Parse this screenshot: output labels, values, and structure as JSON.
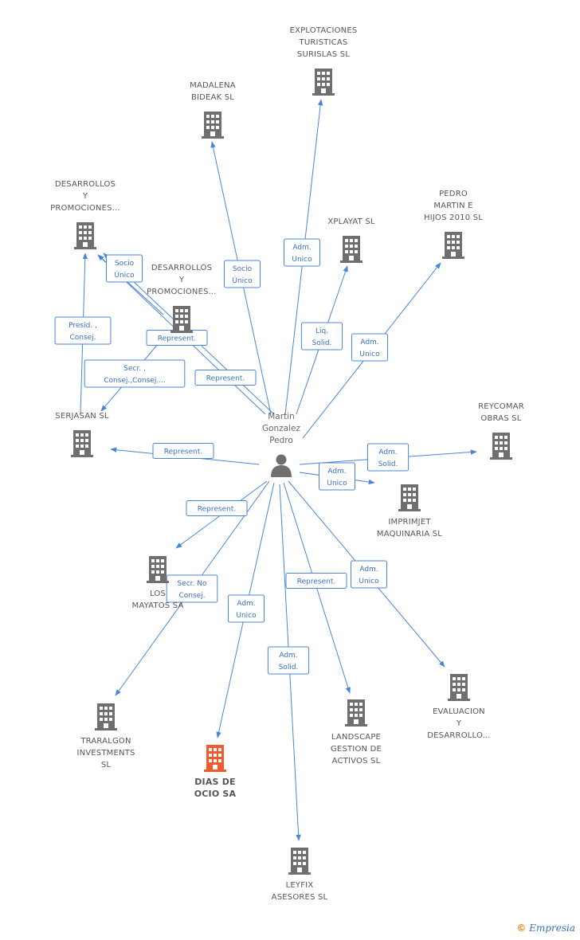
{
  "center": {
    "label": [
      "Martin",
      "Gonzalez",
      "Pedro"
    ]
  },
  "nodes": [
    {
      "id": "explotaciones",
      "label": [
        "EXPLOTACIONES",
        "TURISTICAS",
        "SURISLAS SL"
      ],
      "icon": "building-icon",
      "color": "#6f6f6f"
    },
    {
      "id": "madalena",
      "label": [
        "MADALENA",
        "BIDEAK SL"
      ],
      "icon": "building-icon",
      "color": "#6f6f6f"
    },
    {
      "id": "desarrollos1",
      "label": [
        "DESARROLLOS",
        "Y",
        "PROMOCIONES..."
      ],
      "icon": "building-icon",
      "color": "#6f6f6f"
    },
    {
      "id": "pedro",
      "label": [
        "PEDRO",
        "MARTIN E",
        "HIJOS 2010 SL"
      ],
      "icon": "building-icon",
      "color": "#6f6f6f"
    },
    {
      "id": "xplayat",
      "label": [
        "XPLAYAT SL"
      ],
      "icon": "building-icon",
      "color": "#6f6f6f"
    },
    {
      "id": "desarrollos2",
      "label": [
        "DESARROLLOS",
        "Y",
        "PROMOCIONES..."
      ],
      "icon": "building-icon",
      "color": "#6f6f6f"
    },
    {
      "id": "serjasan",
      "label": [
        "SERJASAN SL"
      ],
      "icon": "building-icon",
      "color": "#6f6f6f"
    },
    {
      "id": "reycomar",
      "label": [
        "REYCOMAR",
        "OBRAS SL"
      ],
      "icon": "building-icon",
      "color": "#6f6f6f"
    },
    {
      "id": "imprimjet",
      "label": [
        "IMPRIMJET",
        "MAQUINARIA SL"
      ],
      "icon": "building-icon",
      "color": "#6f6f6f"
    },
    {
      "id": "los",
      "label": [
        "LOS",
        "MAYATOS SA"
      ],
      "icon": "building-icon",
      "color": "#6f6f6f"
    },
    {
      "id": "evaluacion",
      "label": [
        "EVALUACION",
        "Y",
        "DESARROLLO..."
      ],
      "icon": "building-icon",
      "color": "#6f6f6f"
    },
    {
      "id": "traralgon",
      "label": [
        "TRARALGON",
        "INVESTMENTS",
        "SL"
      ],
      "icon": "building-icon",
      "color": "#6f6f6f"
    },
    {
      "id": "landscape",
      "label": [
        "LANDSCAPE",
        "GESTION DE",
        "ACTIVOS SL"
      ],
      "icon": "building-icon",
      "color": "#6f6f6f"
    },
    {
      "id": "dias",
      "label": [
        "DIAS DE",
        "OCIO SA"
      ],
      "icon": "building-icon",
      "color": "#f15a2b",
      "highlight": true
    },
    {
      "id": "leyfix",
      "label": [
        "LEYFIX",
        "ASESORES SL"
      ],
      "icon": "building-icon",
      "color": "#6f6f6f"
    }
  ],
  "edges": [
    {
      "to": "explotaciones",
      "label": [
        "Adm.",
        "Unico"
      ]
    },
    {
      "to": "madalena",
      "label": [
        "Socio",
        "Único"
      ]
    },
    {
      "to": "desarrollos1",
      "label": [
        "Represent."
      ]
    },
    {
      "to": "desarrollos1",
      "label": [
        "Represent."
      ]
    },
    {
      "to": "xplayat",
      "label": [
        "Liq.",
        "Solid."
      ]
    },
    {
      "to": "pedro",
      "label": [
        "Adm.",
        "Unico"
      ]
    },
    {
      "to": "serjasan",
      "label": [
        "Represent."
      ]
    },
    {
      "to": "reycomar",
      "label": [
        "Adm.",
        "Solid."
      ]
    },
    {
      "to": "imprimjet",
      "label": [
        "Adm.",
        "Unico"
      ]
    },
    {
      "to": "los",
      "label": [
        "Represent."
      ]
    },
    {
      "to": "traralgon",
      "label": [
        "Secr. No",
        "Consej."
      ]
    },
    {
      "to": "dias",
      "label": [
        "Adm.",
        "Unico"
      ]
    },
    {
      "to": "leyfix",
      "label": [
        "Adm.",
        "Solid."
      ]
    },
    {
      "to": "landscape",
      "label": [
        "Represent."
      ]
    },
    {
      "to": "evaluacion",
      "label": [
        "Adm.",
        "Unico"
      ]
    },
    {
      "from": "serjasan",
      "to": "desarrollos1",
      "label": [
        "Presid. ,",
        "Consej."
      ]
    },
    {
      "from": "desarrollos2",
      "to": "serjasan",
      "label": [
        "Secr. ,",
        "Consej.,Consej...."
      ]
    },
    {
      "from": "desarrollos2",
      "to": "desarrollos1",
      "label": [
        "Socio",
        "Único"
      ]
    }
  ],
  "footer": {
    "copyright": "©",
    "brand": "Empresia"
  }
}
